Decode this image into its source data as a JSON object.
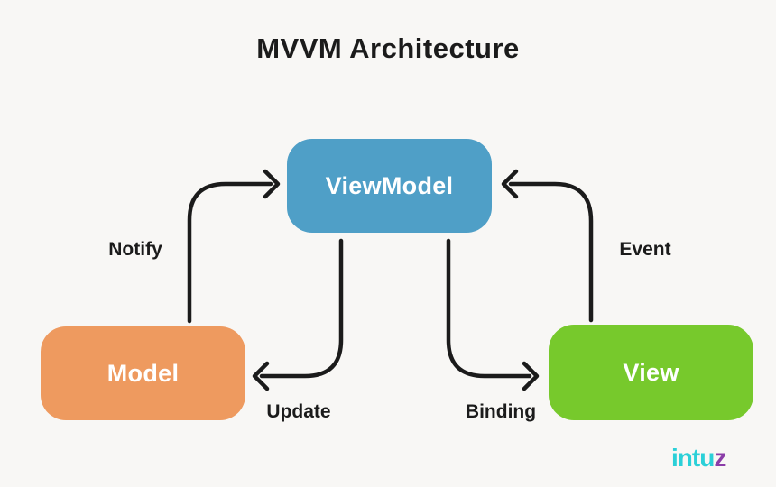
{
  "title": "MVVM Architecture",
  "nodes": {
    "viewmodel": {
      "label": "ViewModel",
      "color": "#4f9fc7"
    },
    "model": {
      "label": "Model",
      "color": "#ee9a5f"
    },
    "view": {
      "label": "View",
      "color": "#77c92c"
    }
  },
  "edges": {
    "notify": "Notify",
    "update": "Update",
    "binding": "Binding",
    "event": "Event"
  },
  "logo": {
    "text_main": "intu",
    "text_accent": "z",
    "color_main": "#2bd0d8",
    "color_accent": "#8b3da8"
  },
  "colors": {
    "background": "#f8f7f5",
    "arrow": "#1b1b1b",
    "title_text": "#1b1b1b",
    "node_text": "#ffffff"
  }
}
